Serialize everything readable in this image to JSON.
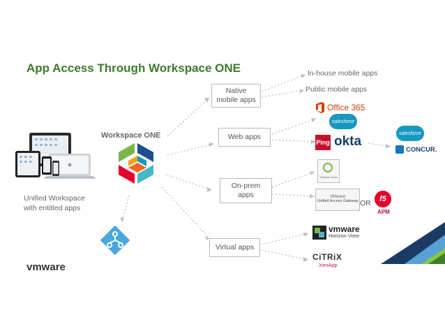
{
  "title": "App Access Through Workspace ONE",
  "workspace_label": "Workspace ONE",
  "unified": [
    "Unified Workspace",
    "with entitled apps"
  ],
  "categories": {
    "native": [
      "Native",
      "mobile apps"
    ],
    "web": "Web apps",
    "onprem": [
      "On-prem",
      "apps"
    ],
    "virtual": "Virtual apps"
  },
  "native_targets": [
    "In-house mobile apps",
    "Public mobile apps"
  ],
  "logos": {
    "office365": "Office 365",
    "salesforce": "salesforce",
    "ping": "Ping",
    "okta": "okta",
    "concur": "CONCUR.",
    "vmware_tools": "VMware Tools",
    "uag": [
      "VMware",
      "Unified Access Gateway"
    ],
    "or": "OR",
    "f5": "f5",
    "apm": "APM",
    "vmware_horizon": [
      "vmware",
      "Horizon View"
    ],
    "citrix": [
      "CiTRiX",
      "XenApp"
    ],
    "vmware_footer": "vmware"
  },
  "colors": {
    "title_green": "#3c7a2b",
    "accent_green": "#7ab648",
    "accent_blue": "#1d4f8f",
    "salesforce_blue": "#1798c1",
    "office_orange": "#d83b01",
    "f5_red": "#e4002b"
  },
  "icons": [
    "laptop-tablet-phone-devices-icon",
    "workspace-one-logo-icon",
    "identity-manager-icon"
  ]
}
